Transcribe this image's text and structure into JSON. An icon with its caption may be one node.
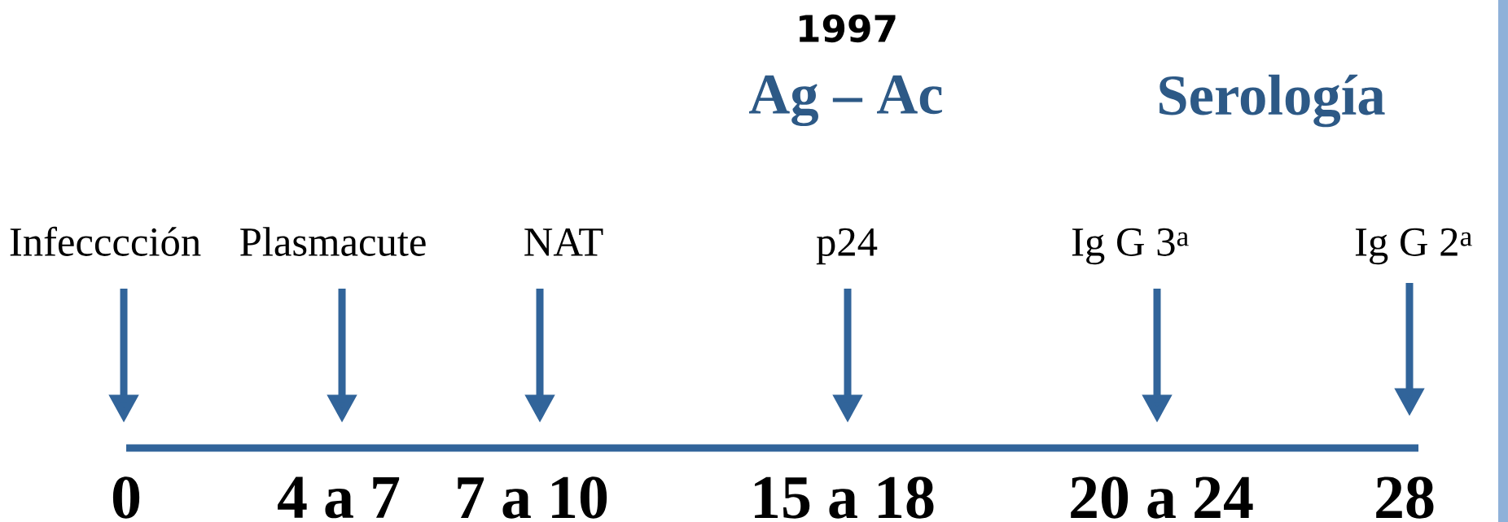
{
  "diagram": {
    "nodes": [
      {
        "text": [
          "Infecccción"
        ]
      },
      {
        "text": [
          "Plasmacute"
        ]
      },
      {
        "text": [
          "NAT"
        ]
      },
      {
        "text": [
          "p24"
        ]
      },
      {
        "text": [
          "Ig G 3$^{a}$"
        ]
      },
      {
        "text": [
          "Ig G 2$^{a}$"
        ]
      },
      {
        "text": [],
        "shape": "bar"
      }
    ],
    "edges": [
      {
        "from": 0,
        "to": 6,
        "arrow": "to"
      },
      {
        "from": 1,
        "to": 6,
        "arrow": "to"
      },
      {
        "from": 2,
        "to": 6,
        "arrow": "to"
      },
      {
        "from": 3,
        "to": 6,
        "arrow": "to"
      },
      {
        "from": 4,
        "to": 6,
        "arrow": "to"
      },
      {
        "from": 5,
        "to": 6,
        "arrow": "to"
      }
    ],
    "labels": [
      "1997",
      "Ag – Ac",
      "Serología",
      "0",
      "4 a 7",
      "7 a 10",
      "15 a 18",
      "20 a 24",
      "28"
    ]
  }
}
